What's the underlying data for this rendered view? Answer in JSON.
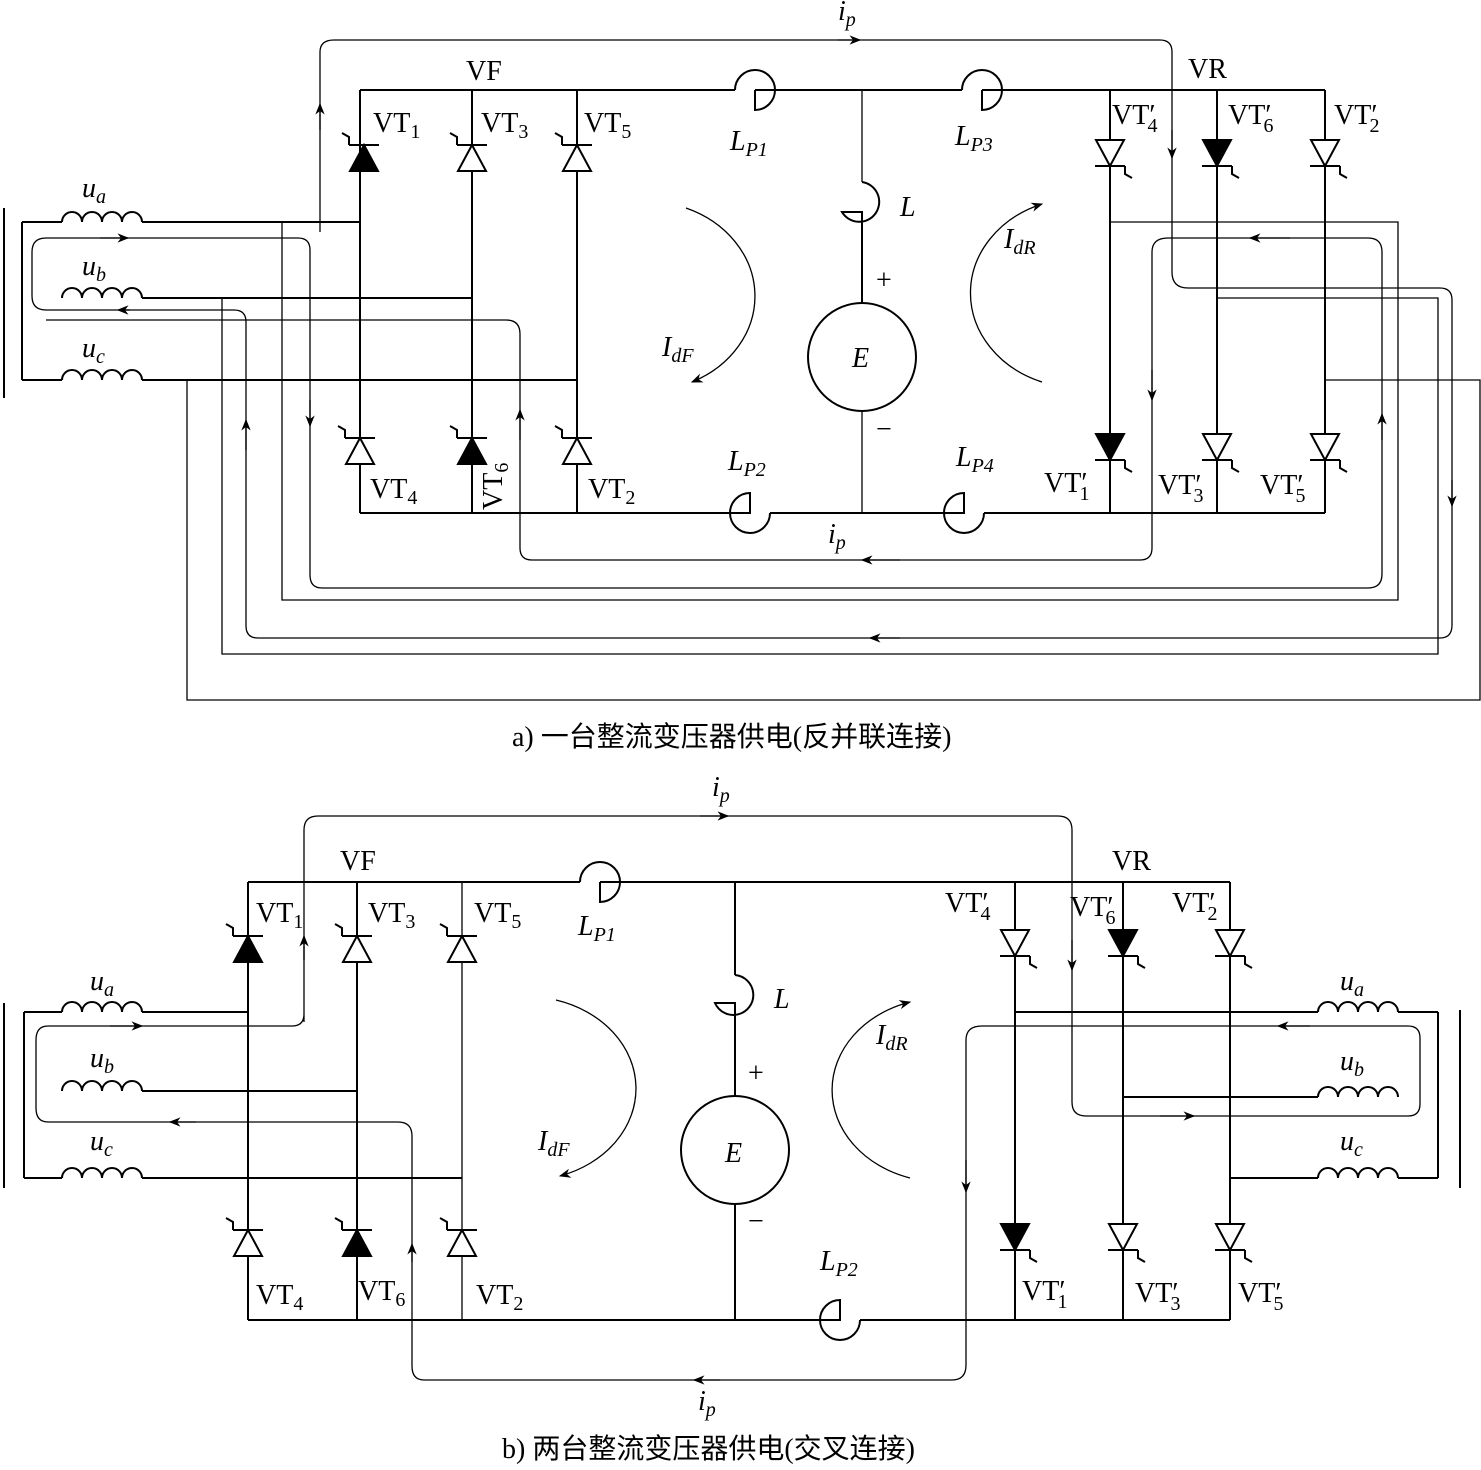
{
  "diagram_a": {
    "caption": "a) 一台整流变压器供电(反并联连接)",
    "group_forward": "VF",
    "group_reverse": "VR",
    "currents": {
      "i": "i",
      "p": "p",
      "IdF": "I",
      "dF": "dF",
      "IdR": "I",
      "dR": "dR"
    },
    "sources": {
      "u": "u",
      "a": "a",
      "b": "b",
      "c": "c"
    },
    "reactors": {
      "L": "L",
      "P1": "P1",
      "P2": "P2",
      "P3": "P3",
      "P4": "P4"
    },
    "load": {
      "E": "E",
      "plus": "+",
      "minus": "−"
    },
    "thyristor_prefix": "VT",
    "forward_numbers": [
      "1",
      "3",
      "5",
      "4",
      "6",
      "2"
    ],
    "reverse_numbers": [
      "4",
      "6",
      "2",
      "1",
      "3",
      "5"
    ],
    "prime": "′"
  },
  "diagram_b": {
    "caption": "b) 两台整流变压器供电(交叉连接)",
    "group_forward": "VF",
    "group_reverse": "VR",
    "currents": {
      "i": "i",
      "p": "p",
      "IdF": "I",
      "dF": "dF",
      "IdR": "I",
      "dR": "dR"
    },
    "sources": {
      "u": "u",
      "a": "a",
      "b": "b",
      "c": "c"
    },
    "reactors": {
      "L": "L",
      "P1": "P1",
      "P2": "P2"
    },
    "load": {
      "E": "E",
      "plus": "+",
      "minus": "−"
    },
    "thyristor_prefix": "VT",
    "forward_numbers": [
      "1",
      "3",
      "5",
      "4",
      "6",
      "2"
    ],
    "reverse_numbers": [
      "4",
      "6",
      "2",
      "1",
      "3",
      "5"
    ],
    "prime": "′"
  }
}
